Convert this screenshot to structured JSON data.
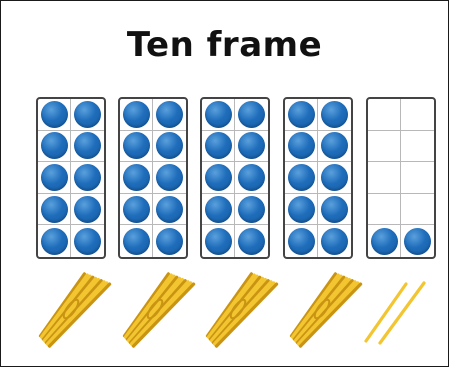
{
  "title": "Ten frame",
  "frames": [
    {
      "filled": 10
    },
    {
      "filled": 10
    },
    {
      "filled": 10
    },
    {
      "filled": 10
    },
    {
      "filled": 2
    }
  ],
  "bundles": [
    {
      "kind": "bundle-of-ten",
      "count": 10
    },
    {
      "kind": "bundle-of-ten",
      "count": 10
    },
    {
      "kind": "bundle-of-ten",
      "count": 10
    },
    {
      "kind": "bundle-of-ten",
      "count": 10
    },
    {
      "kind": "single-sticks",
      "count": 2
    }
  ],
  "colors": {
    "counter": "#1f6dbb",
    "stick": "#f2c531",
    "stick_dark": "#c99412",
    "frame_border": "#444444"
  }
}
